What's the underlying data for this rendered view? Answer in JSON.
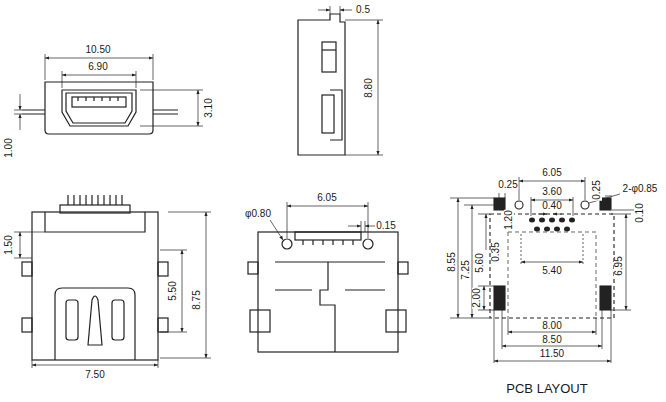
{
  "diagram": {
    "labels": [
      "10.50",
      "6.90",
      "3.10",
      "1.00",
      "0.5",
      "8.80",
      "1.50",
      "5.50",
      "8.75",
      "7.50",
      "φ0.80",
      "6.05",
      "0.15",
      "6.05",
      "0.25",
      "3.60",
      "0.40",
      "0.25",
      "2-φ0.85",
      "1.20",
      "0.10",
      "8.55",
      "7.25",
      "5.60",
      "0.35",
      "5.40",
      "6.95",
      "2.00",
      "8.00",
      "8.50",
      "11.50",
      "PCB LAYOUT"
    ]
  }
}
